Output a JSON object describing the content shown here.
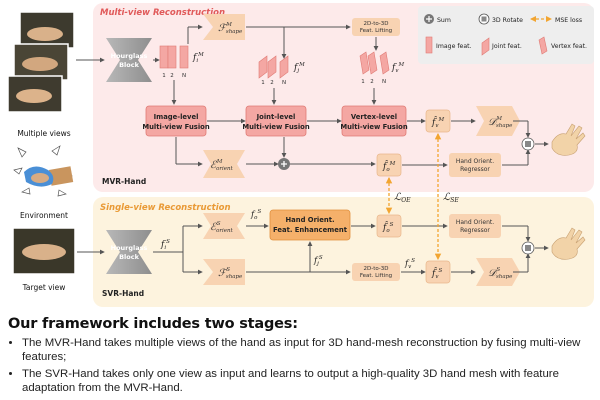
{
  "stages": {
    "mvr_title": "Multi-view Reconstruction",
    "svr_title": "Single-view Reconstruction",
    "mvr_label": "MVR-Hand",
    "svr_label": "SVR-Hand"
  },
  "inputs": {
    "multiple_views": "Multiple views",
    "environment": "Environment",
    "target_view": "Target view"
  },
  "legend": {
    "sum": "Sum",
    "rotate": "3D Rotate",
    "mse": "MSE loss",
    "image_feat": "Image feat.",
    "joint_feat": "Joint feat.",
    "vertex_feat": "Vertex feat."
  },
  "blocks": {
    "hourglass": "Hourglass Block",
    "image_fusion": "Image-level Multi-view Fusion",
    "joint_fusion": "Joint-level Multi-view Fusion",
    "vertex_fusion": "Vertex-level Multi-view Fusion",
    "lifting": "2D-to-3D Feat. Lifting",
    "hand_orient_regressor": "Hand Orient. Regressor",
    "hand_orient_enhance": "Hand Orient. Feat. Enhancement"
  },
  "symbols": {
    "f_shape_M": "ℱ",
    "f_shape_M_sup": "M",
    "f_shape_M_sub": "shape",
    "e_orient_M": "ℰ",
    "e_orient_M_sup": "M",
    "e_orient_M_sub": "orient",
    "d_shape_M": "𝒟",
    "d_shape_M_sup": "M",
    "d_shape_M_sub": "shape",
    "f_shape_S": "ℱ",
    "f_shape_S_sup": "S",
    "f_shape_S_sub": "shape",
    "e_orient_S": "ℰ",
    "e_orient_S_sup": "S",
    "e_orient_S_sub": "orient",
    "d_shape_S": "𝒟",
    "d_shape_S_sup": "S",
    "d_shape_S_sub": "shape",
    "fi_M": "f",
    "fi_M_sup": "M",
    "fi_M_sub": "i",
    "fj_M": "f",
    "fj_M_sup": "M",
    "fj_M_sub": "j",
    "fv_M": "f",
    "fv_M_sup": "M",
    "fv_M_sub": "v",
    "fi_S": "f",
    "fi_S_sup": "S",
    "fi_S_sub": "i",
    "fj_S": "f",
    "fj_S_sup": "S",
    "fj_S_sub": "j",
    "fv_S": "f",
    "fv_S_sup": "S",
    "fv_S_sub": "v",
    "fo_M_hat": "f̂",
    "fo_M_sup": "M",
    "fo_M_sub": "o",
    "fo_S_box": "f̂",
    "fo_S_box_sup": "S",
    "fo_S_box_sub": "o",
    "fo_S_raw": "f",
    "fo_S_raw_sup": "S",
    "fo_S_raw_sub": "o",
    "fv_M_hat": "f̂",
    "fv_M_hat_sup": "M",
    "fv_M_hat_sub": "v",
    "fv_S_hat": "f̂",
    "fv_S_hat_sup": "S",
    "fv_S_hat_sub": "v",
    "loss_oe": "ℒ",
    "loss_oe_sub": "OE",
    "loss_se": "ℒ",
    "loss_se_sub": "SE",
    "view_1": "1",
    "view_2": "2",
    "view_n": "N"
  },
  "caption": {
    "heading": "Our framework includes two stages:",
    "bullets": [
      "The MVR-Hand takes multiple views of the hand as input for 3D hand-mesh reconstruction by fusing multi-view features;",
      "The SVR-Hand takes only one view as input and learns to output a high-quality 3D hand mesh with feature adaptation from the MVR-Hand."
    ]
  },
  "colors": {
    "mvr_panel": "#fdeaea",
    "svr_panel": "#fdf3de",
    "block_pink": "#f4a7a3",
    "block_pink_stroke": "#e07b75",
    "block_peach": "#f8d3b2",
    "hourglass_gray": "#9c9c9c",
    "enhance_orange": "#f5b06a",
    "title_red": "#e05a5a",
    "title_orange": "#e99a36",
    "legend_bg": "#eeeeee",
    "mse_dash": "#f2a531"
  }
}
